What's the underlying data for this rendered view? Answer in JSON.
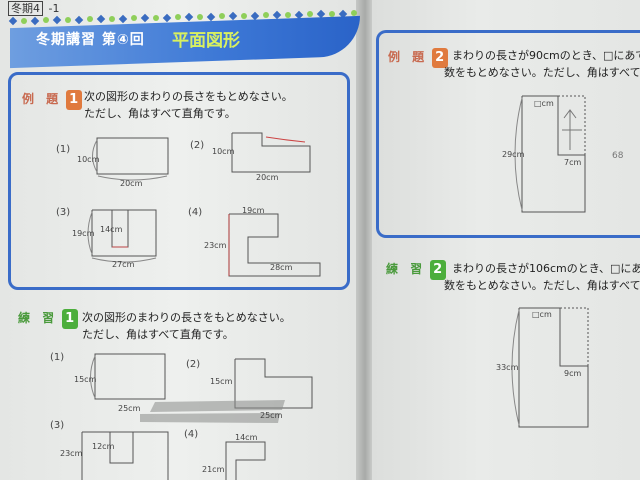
{
  "header": {
    "tag": "冬期4",
    "tag_suffix": "-1",
    "banner_title": "冬期講習 第④回",
    "topic": "平面図形"
  },
  "example1": {
    "label": "例 題",
    "number": "1",
    "question_line1": "次の図形のまわりの長さをもとめなさい。",
    "question_line2": "ただし、角はすべて直角です。",
    "figures": [
      {
        "id": "(1)",
        "labels": [
          "10cm",
          "20cm"
        ]
      },
      {
        "id": "(2)",
        "labels": [
          "10cm",
          "20cm"
        ]
      },
      {
        "id": "(3)",
        "labels": [
          "19cm",
          "14cm",
          "27cm"
        ]
      },
      {
        "id": "(4)",
        "labels": [
          "19cm",
          "23cm",
          "28cm"
        ]
      }
    ]
  },
  "practice1": {
    "label": "練 習",
    "number": "1",
    "question_line1": "次の図形のまわりの長さをもとめなさい。",
    "question_line2": "ただし、角はすべて直角です。",
    "figures": [
      {
        "id": "(1)",
        "labels": [
          "15cm",
          "25cm"
        ]
      },
      {
        "id": "(2)",
        "labels": [
          "15cm",
          "25cm"
        ]
      },
      {
        "id": "(3)",
        "labels": [
          "23cm",
          "12cm"
        ]
      },
      {
        "id": "(4)",
        "labels": [
          "14cm",
          "21cm"
        ]
      }
    ]
  },
  "example2": {
    "label": "例 題",
    "number": "2",
    "question_line1": "まわりの長さが90cmのとき、□にあて",
    "question_line2": "数をもとめなさい。ただし、角はすべて直角",
    "labels": [
      "□cm",
      "29cm",
      "7cm"
    ],
    "handwriting": "68"
  },
  "practice2": {
    "label": "練 習",
    "number": "2",
    "question_line1": "まわりの長さが106cmのとき、□にあ",
    "question_line2": "数をもとめなさい。ただし、角はすべて直",
    "labels": [
      "□cm",
      "33cm",
      "9cm"
    ]
  }
}
